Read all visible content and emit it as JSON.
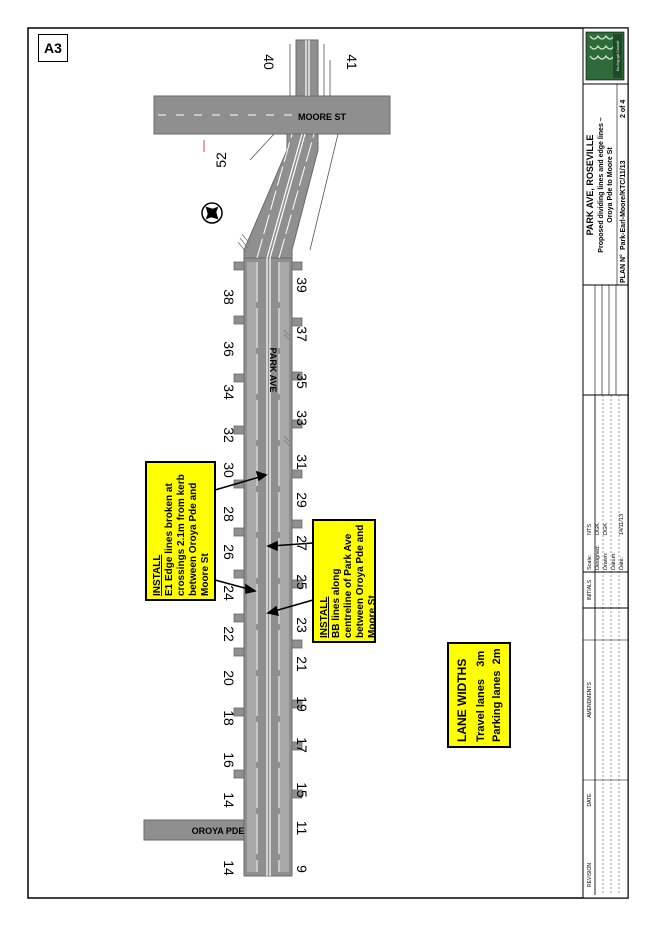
{
  "sheet_code": "A3",
  "streets": {
    "main": "PARK AVE",
    "north_cross": "MOORE ST",
    "south_cross": "OROYA PDE"
  },
  "lots": {
    "west": [
      "38",
      "36",
      "34",
      "32",
      "30",
      "28",
      "26",
      "24",
      "22",
      "20",
      "18",
      "16",
      "14",
      "14"
    ],
    "east": [
      "39",
      "37",
      "35",
      "33",
      "31",
      "29",
      "27",
      "25",
      "23",
      "21",
      "19",
      "17",
      "15",
      "11",
      "9"
    ],
    "corner": [
      "40",
      "41",
      "52"
    ]
  },
  "callouts": {
    "edge_lines": {
      "heading": "INSTALL",
      "lines": [
        "E1 Edge lines broken at",
        "crossings 2.1m from kerb",
        "between Oroya Pde and",
        "Moore St"
      ]
    },
    "centre_lines": {
      "heading": "INSTALL",
      "lines": [
        "BB lines along",
        "centreline of Park Ave",
        "between Oroya Pde and",
        "Moore St"
      ]
    },
    "lane_widths": {
      "heading": "LANE WIDTHS",
      "lines": [
        "Travel lanes    3m",
        "Parking lanes  2m"
      ]
    }
  },
  "title_block": {
    "headers": {
      "revision": "REVISION",
      "date": "DATE",
      "amendments": "AMENDMENTS",
      "initials": "INITIALS"
    },
    "fields": [
      {
        "label": "Scale:",
        "value": "NTS"
      },
      {
        "label": "Designed:",
        "value": "DGK"
      },
      {
        "label": "Drawn:",
        "value": "DGK"
      },
      {
        "label": "Datum:",
        "value": ""
      },
      {
        "label": "Date:",
        "value": "14/11/13"
      }
    ],
    "project": "PARK AVE, ROSEVILLE",
    "description_1": "Proposed dividing lines and edge lines –",
    "description_2": "Oroya Pde to Moore St",
    "plan_label": "PLAN N°",
    "plan_no": "Park-Earl-Moore/KTC/11/13",
    "sheet": "2 of 4",
    "logo_text": "Ku-ring-gai Council"
  },
  "colors": {
    "road": "#8f8f8f",
    "road_edge": "#6a6a6a",
    "callout_fill": "#ffff00",
    "frame": "#000000"
  }
}
